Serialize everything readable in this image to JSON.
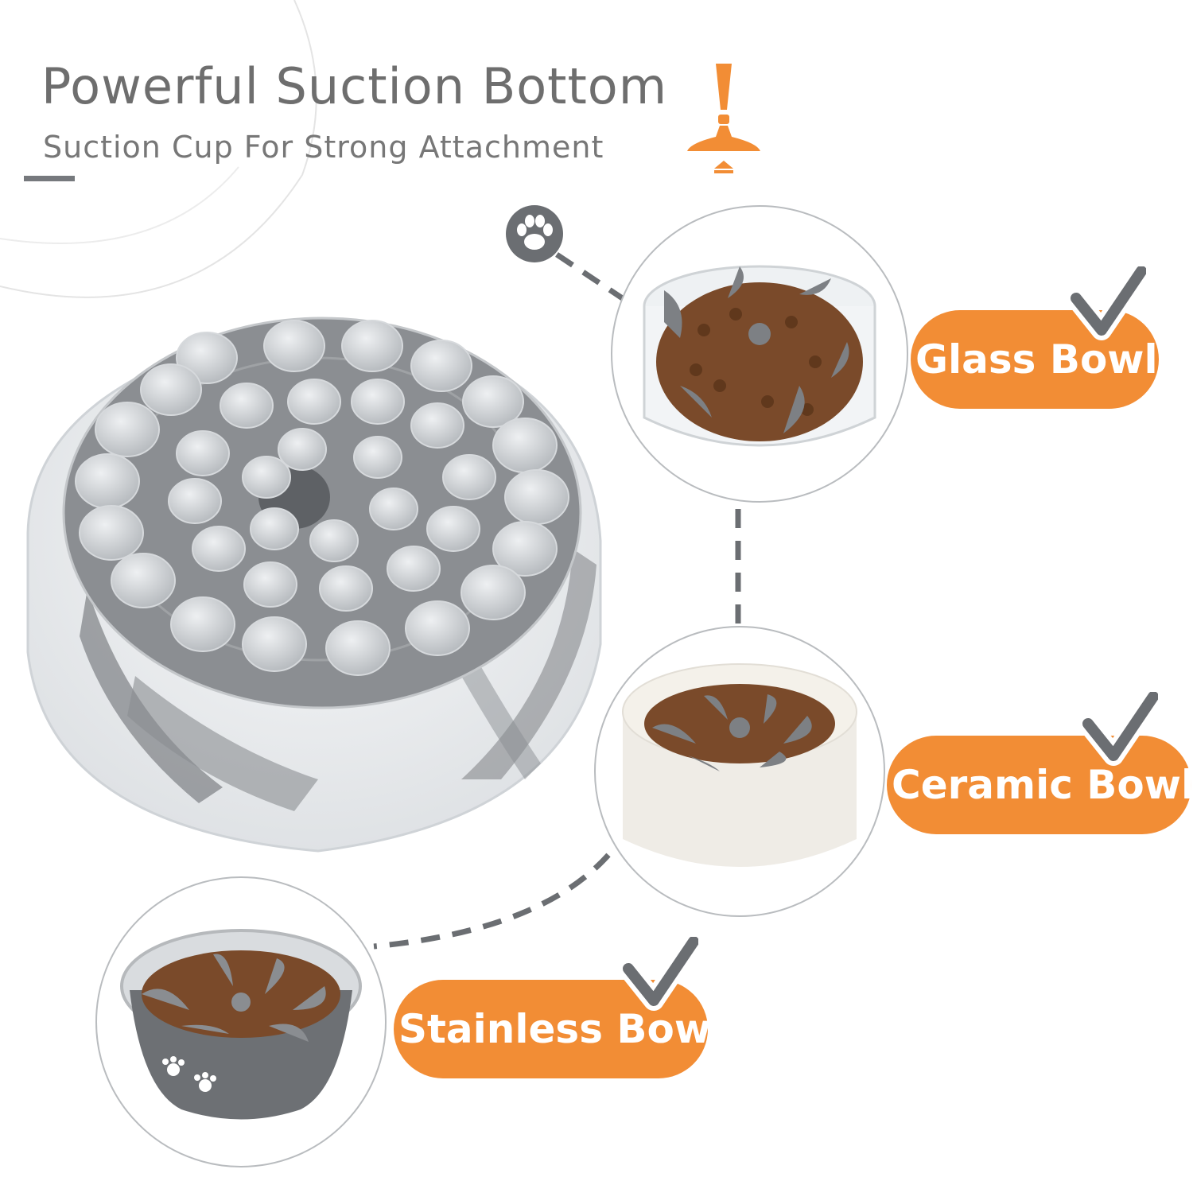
{
  "header": {
    "title": "Powerful Suction Bottom",
    "subtitle": "Suction Cup For Strong Attachment"
  },
  "compatible_bowls": [
    {
      "label": "Glass Bowl"
    },
    {
      "label": "Ceramic Bowl"
    },
    {
      "label": "Stainless Bowl"
    }
  ],
  "icons": {
    "suction": "suction-cup-icon",
    "paw": "paw-icon",
    "check": "check-icon"
  },
  "colors": {
    "accent": "#f28d35",
    "gray": "#6b6e72",
    "text": "#6e6e6e"
  }
}
